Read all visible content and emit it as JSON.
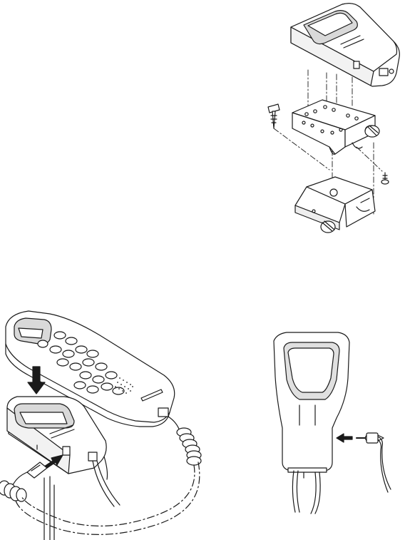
{
  "figure": {
    "panels": [
      {
        "id": "bracket-assembly",
        "parts": [
          "cradle",
          "mounting-bracket",
          "base-bracket",
          "mounting-screw",
          "mounting-screw",
          "thumb-screw",
          "thumb-screw"
        ]
      },
      {
        "id": "handset-in-cradle",
        "parts": [
          "handset",
          "cradle",
          "modular-plug",
          "coiled-cord",
          "cable",
          "down-arrow",
          "insert-arrow"
        ]
      },
      {
        "id": "mini-plug-connection",
        "parts": [
          "cradle",
          "mini-plug",
          "insert-arrow"
        ]
      }
    ],
    "line_color": "#1a1a1a",
    "fill_color": "#ffffff",
    "shade_color": "#d9d9d9"
  }
}
